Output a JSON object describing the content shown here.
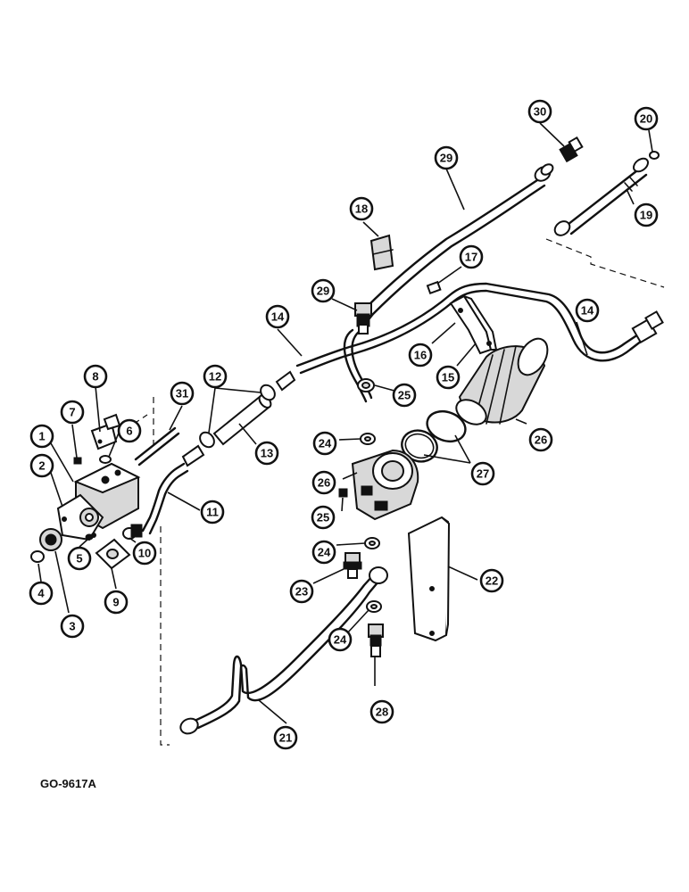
{
  "figure_code": "GO-9617A",
  "callouts": [
    "1",
    "2",
    "3",
    "4",
    "5",
    "6",
    "7",
    "8",
    "9",
    "10",
    "11",
    "12",
    "13",
    "14",
    "14",
    "15",
    "16",
    "17",
    "18",
    "19",
    "20",
    "21",
    "22",
    "23",
    "24",
    "24",
    "24",
    "25",
    "25",
    "26",
    "26",
    "27",
    "28",
    "29",
    "29",
    "30",
    "31"
  ]
}
